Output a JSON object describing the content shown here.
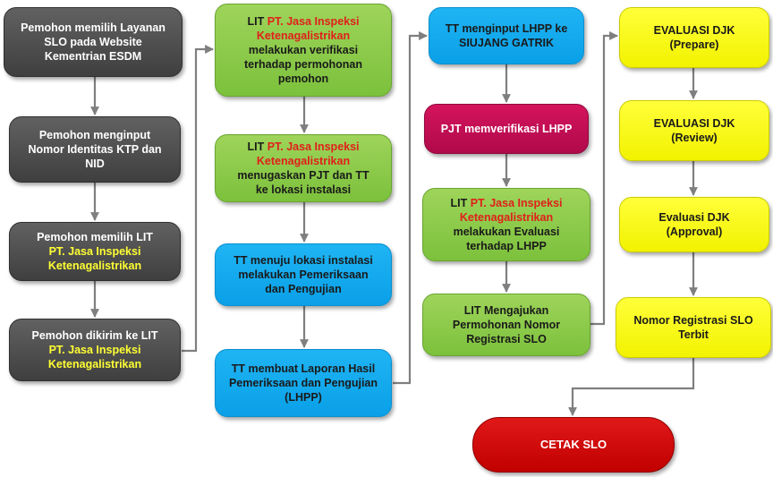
{
  "colors": {
    "dark": "#4a4a4a",
    "green": "#8ccc4a",
    "blue": "#12aaf0",
    "magenta": "#c20e55",
    "yellow": "#ffff1a",
    "red": "#d10a0a",
    "highlight_yellow": "#ffff33",
    "highlight_red": "#e0201b",
    "arrow": "#7f7f7f"
  },
  "nodes": {
    "n1": {
      "lines": [
        [
          {
            "t": "Pemohon memilih Layanan"
          }
        ],
        [
          {
            "t": "SLO pada Website"
          }
        ],
        [
          {
            "t": "Kementrian ESDM"
          }
        ]
      ]
    },
    "n2": {
      "lines": [
        [
          {
            "t": "Pemohon menginput"
          }
        ],
        [
          {
            "t": "Nomor Identitas KTP dan"
          }
        ],
        [
          {
            "t": "NID"
          }
        ]
      ]
    },
    "n3": {
      "lines": [
        [
          {
            "t": "Pemohon memilih LIT"
          }
        ],
        [
          {
            "t": "PT. Jasa Inspeksi",
            "hl": "yellow"
          }
        ],
        [
          {
            "t": "Ketenagalistrikan",
            "hl": "yellow"
          }
        ]
      ]
    },
    "n4": {
      "lines": [
        [
          {
            "t": "Pemohon dikirim ke LIT"
          }
        ],
        [
          {
            "t": "PT. Jasa Inspeksi",
            "hl": "yellow"
          }
        ],
        [
          {
            "t": "Ketenagalistrikan",
            "hl": "yellow"
          }
        ]
      ]
    },
    "n5": {
      "lines": [
        [
          {
            "t": "LIT "
          },
          {
            "t": "PT. Jasa Inspeksi",
            "hl": "red"
          }
        ],
        [
          {
            "t": "Ketenagalistrikan",
            "hl": "red"
          }
        ],
        [
          {
            "t": "melakukan verifikasi"
          }
        ],
        [
          {
            "t": "terhadap permohonan"
          }
        ],
        [
          {
            "t": "pemohon"
          }
        ]
      ]
    },
    "n6": {
      "lines": [
        [
          {
            "t": "LIT "
          },
          {
            "t": "PT. Jasa Inspeksi",
            "hl": "red"
          }
        ],
        [
          {
            "t": "Ketenagalistrikan",
            "hl": "red"
          }
        ],
        [
          {
            "t": "menugaskan PJT dan TT"
          }
        ],
        [
          {
            "t": "ke lokasi instalasi"
          }
        ]
      ]
    },
    "n7": {
      "lines": [
        [
          {
            "t": "TT menuju lokasi instalasi"
          }
        ],
        [
          {
            "t": "melakukan Pemeriksaan"
          }
        ],
        [
          {
            "t": "dan Pengujian"
          }
        ]
      ]
    },
    "n8": {
      "lines": [
        [
          {
            "t": "TT membuat Laporan Hasil"
          }
        ],
        [
          {
            "t": "Pemeriksaan dan Pengujian"
          }
        ],
        [
          {
            "t": "(LHPP)"
          }
        ]
      ]
    },
    "n9": {
      "lines": [
        [
          {
            "t": "TT menginput LHPP ke"
          }
        ],
        [
          {
            "t": "SIUJANG GATRIK"
          }
        ]
      ]
    },
    "n10": {
      "lines": [
        [
          {
            "t": "PJT memverifikasi LHPP"
          }
        ]
      ]
    },
    "n11": {
      "lines": [
        [
          {
            "t": "LIT "
          },
          {
            "t": "PT. Jasa Inspeksi",
            "hl": "red"
          }
        ],
        [
          {
            "t": "Ketenagalistrikan",
            "hl": "red"
          }
        ],
        [
          {
            "t": "melakukan Evaluasi"
          }
        ],
        [
          {
            "t": "terhadap LHPP"
          }
        ]
      ]
    },
    "n12": {
      "lines": [
        [
          {
            "t": "LIT Mengajukan"
          }
        ],
        [
          {
            "t": "Permohonan Nomor"
          }
        ],
        [
          {
            "t": "Registrasi SLO"
          }
        ]
      ]
    },
    "n13": {
      "lines": [
        [
          {
            "t": "EVALUASI DJK"
          }
        ],
        [
          {
            "t": "(Prepare)"
          }
        ]
      ]
    },
    "n14": {
      "lines": [
        [
          {
            "t": "EVALUASI DJK"
          }
        ],
        [
          {
            "t": "(Review)"
          }
        ]
      ]
    },
    "n15": {
      "lines": [
        [
          {
            "t": "Evaluasi DJK"
          }
        ],
        [
          {
            "t": "(Approval)"
          }
        ]
      ]
    },
    "n16": {
      "lines": [
        [
          {
            "t": "Nomor Registrasi SLO"
          }
        ],
        [
          {
            "t": "Terbit"
          }
        ]
      ]
    },
    "n17": {
      "lines": [
        [
          {
            "t": "CETAK SLO"
          }
        ]
      ]
    }
  }
}
